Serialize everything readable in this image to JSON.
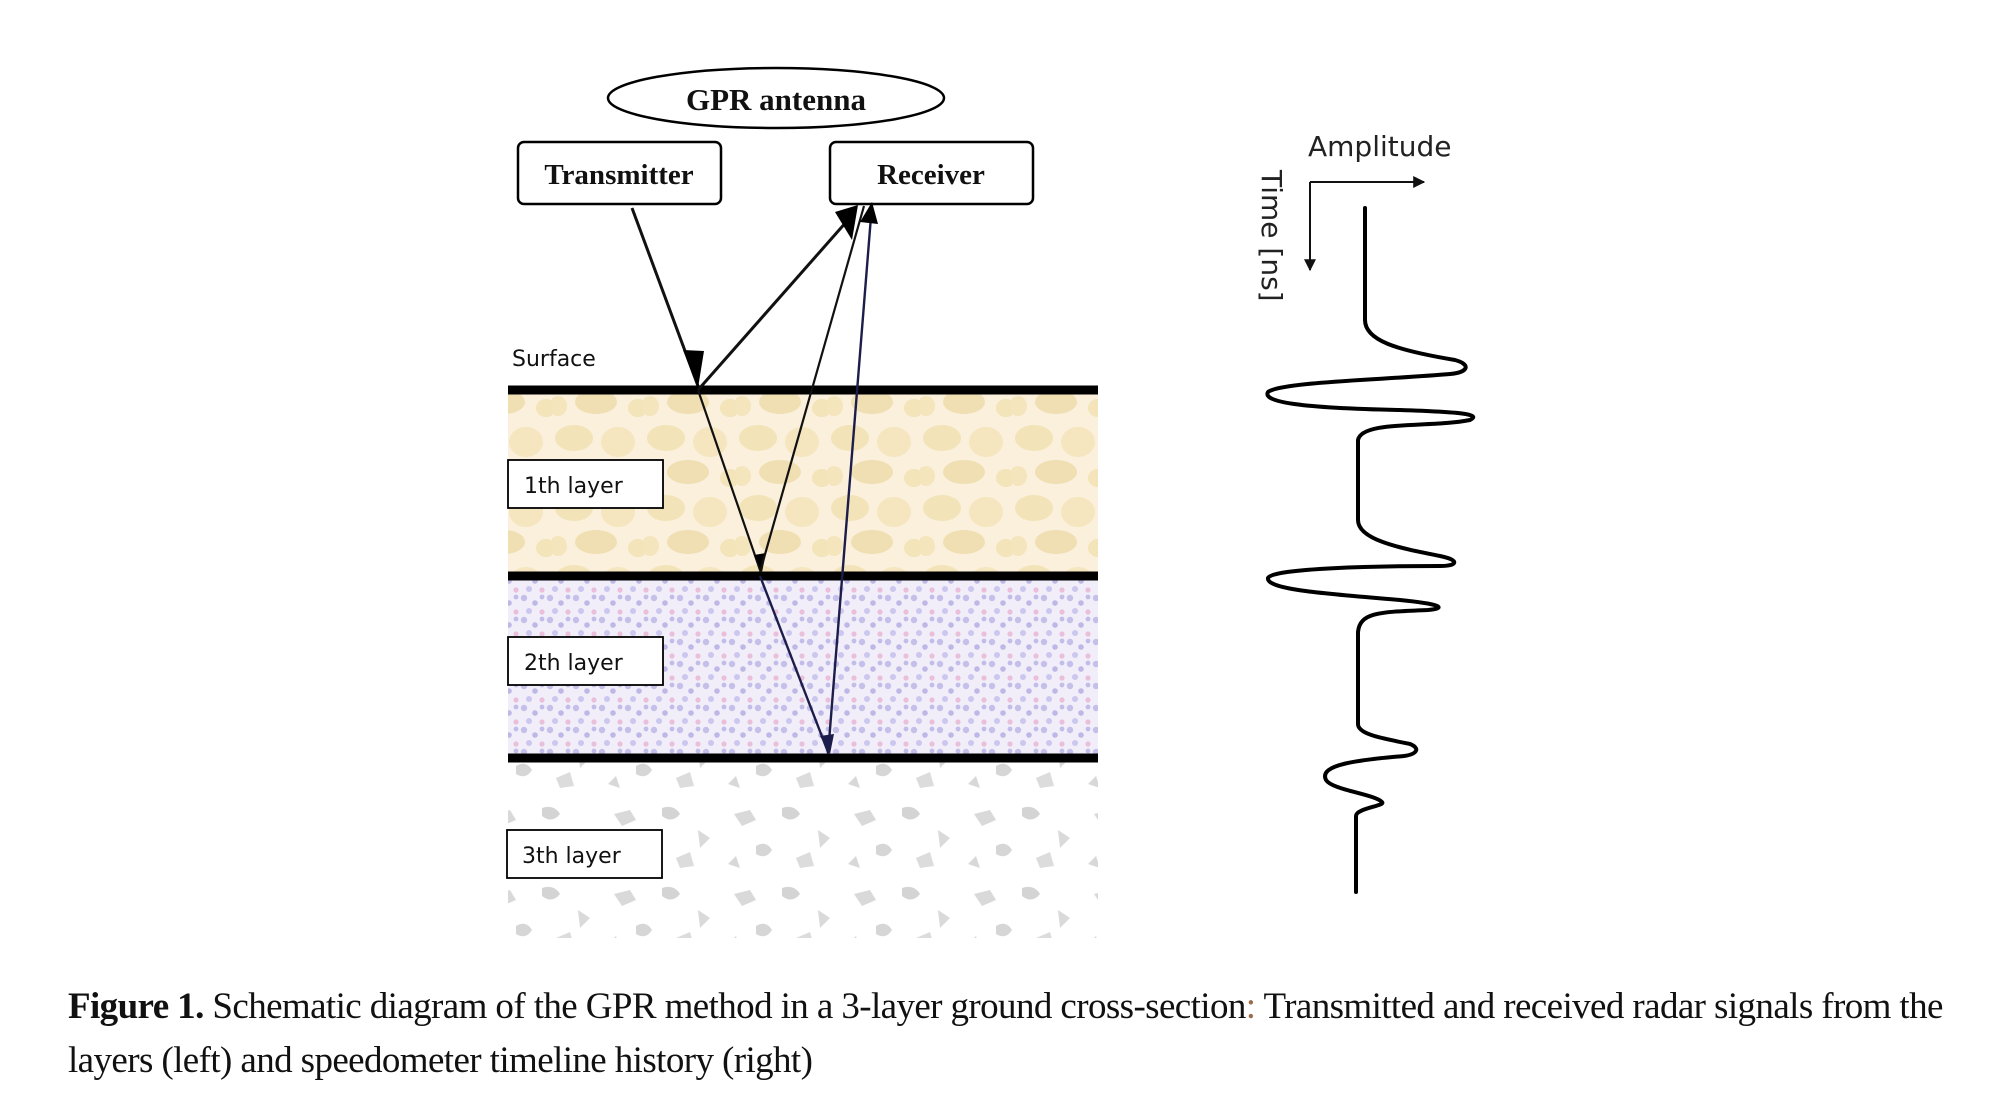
{
  "diagram": {
    "antenna_label": "GPR antenna",
    "transmitter_label": "Transmitter",
    "receiver_label": "Receiver",
    "surface_label": "Surface",
    "layers": [
      "1th layer",
      "2th layer",
      "3th layer"
    ],
    "amplitude_label": "Amplitude",
    "time_label": "Time [ns]"
  },
  "caption": {
    "figure_number": "Figure 1.",
    "text_part1": " Schematic diagram of the GPR method in a 3-layer ground cross-section",
    "colon": ":",
    "text_part2": " Transmitted and received radar signals from the layers (left) and speedometer timeline history (right)"
  }
}
